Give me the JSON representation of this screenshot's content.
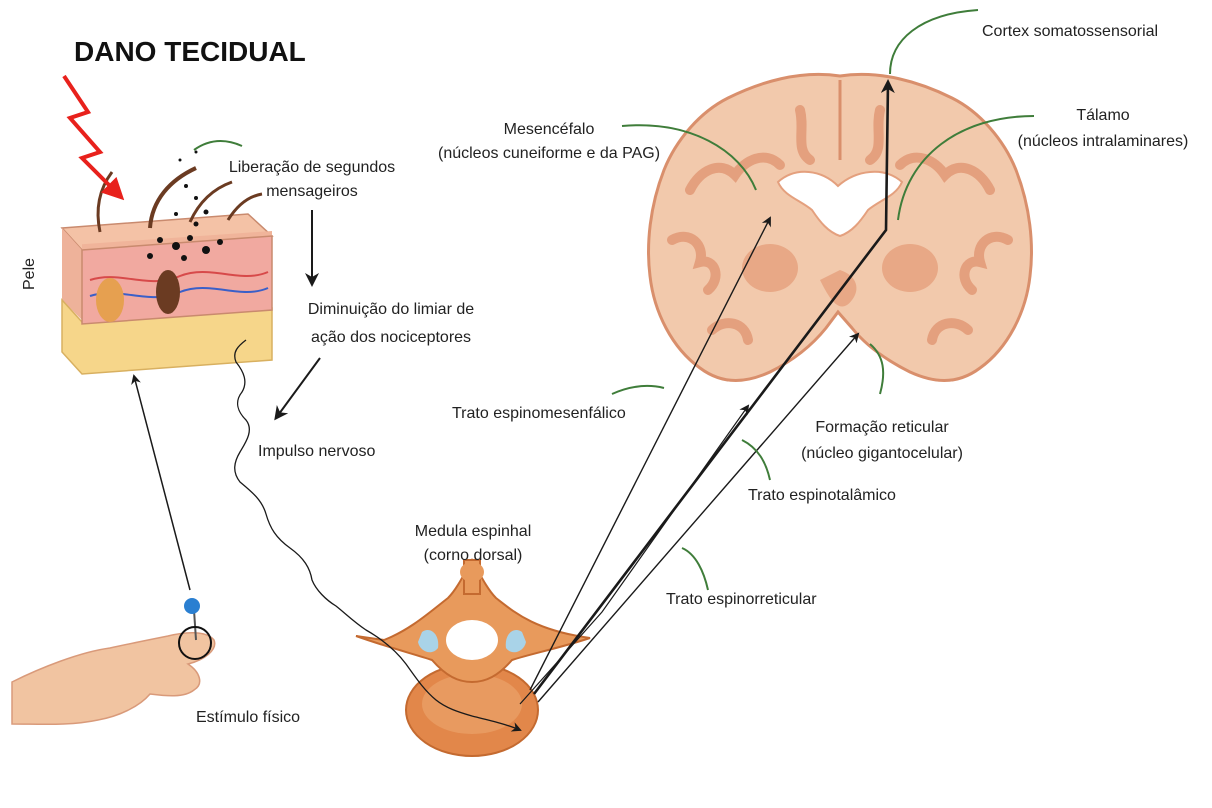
{
  "title": "DANO TECIDUAL",
  "labels": {
    "pele": "Pele",
    "liberacao_1": "Liberação de segundos",
    "liberacao_2": "mensageiros",
    "diminuicao_1": "Diminuição do limiar de",
    "diminuicao_2": "ação dos nociceptores",
    "impulso": "Impulso nervoso",
    "estimulo": "Estímulo físico",
    "medula_1": "Medula espinhal",
    "medula_2": "(corno dorsal)",
    "mesencefalo_1": "Mesencéfalo",
    "mesencefalo_2": "(núcleos cuneiforme e da PAG)",
    "cortex": "Cortex somatossensorial",
    "talamo_1": "Tálamo",
    "talamo_2": "(núcleos intralaminares)",
    "trato_mesenfalico": "Trato espinomesenfálico",
    "formacao_1": "Formação reticular",
    "formacao_2": "(núcleo gigantocelular)",
    "trato_talamico": "Trato espinotalâmico",
    "trato_reticular": "Trato espinorreticular"
  },
  "colors": {
    "arrow": "#1a1a1a",
    "callout": "#3f7d3a",
    "lightning": "#e8211c",
    "brain_fill": "#f2c9ac",
    "brain_gyri": "#e4a07e",
    "vertebra": "#e2874a",
    "skin_surface": "#f0b49a",
    "skin_fat": "#f6d68a",
    "hand": "#f1c4a1",
    "probe": "#2a7fd1"
  },
  "icons": [
    "lightning-bolt-icon",
    "skin-cross-section-icon",
    "hand-icon",
    "probe-pin-icon",
    "vertebra-icon",
    "brain-coronal-section-icon"
  ]
}
